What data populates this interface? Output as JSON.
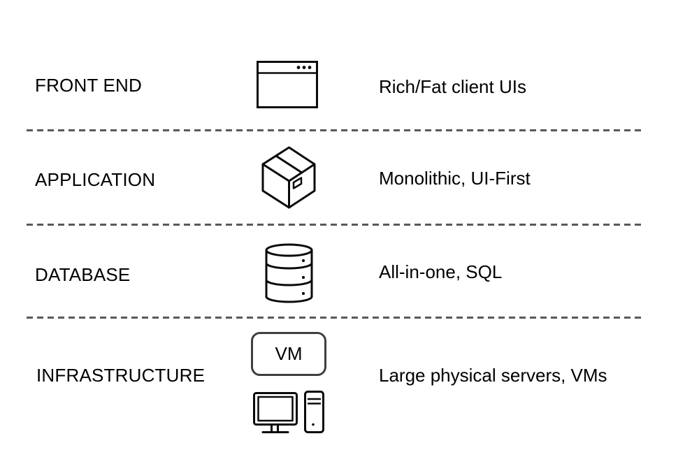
{
  "title": "Monolithic architecture layers diagram",
  "colors": {
    "background": "#ffffff",
    "text": "#000000",
    "icon_stroke": "#0a0a0a",
    "vm_border": "#3f3f3f",
    "separator": "#595959"
  },
  "rows": [
    {
      "id": "front-end",
      "label": "FRONT END",
      "description": "Rich/Fat client UIs",
      "icon": "browser-window-icon"
    },
    {
      "id": "application",
      "label": "APPLICATION",
      "description": "Monolithic, UI-First",
      "icon": "package-box-icon"
    },
    {
      "id": "database",
      "label": "DATABASE",
      "description": "All-in-one, SQL",
      "icon": "database-cylinder-icon"
    },
    {
      "id": "infrastructure",
      "label": "INFRASTRUCTURE",
      "description": "Large physical servers, VMs",
      "icon": "vm-and-desktop-computer-icon",
      "vm_badge": "VM"
    }
  ]
}
